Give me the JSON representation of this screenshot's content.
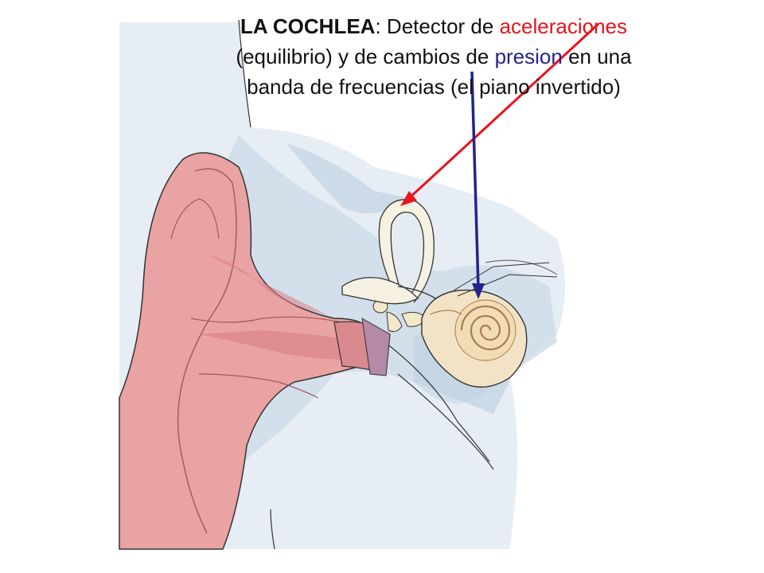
{
  "slide": {
    "title_bold": "LA COCHLEA",
    "title_colon": ": ",
    "line1_pre": "Detector de ",
    "line1_red": "aceleraciones",
    "line2_pre": "(equilibrio) y de cambios de ",
    "line2_blue": "presion",
    "line2_post": " en una",
    "line3": "banda de frecuencias (el piano invertido)"
  },
  "colors": {
    "accent_red": "#e8141b",
    "accent_blue": "#23238e",
    "ear_skin": "#e9a3a3",
    "ear_shadow": "#d97f84",
    "tissue_blue": "#dbe6ef",
    "bone_ivory": "#f6f1e2"
  },
  "icons": {
    "red_arrow": "arrow-icon",
    "blue_arrow": "arrow-icon"
  }
}
